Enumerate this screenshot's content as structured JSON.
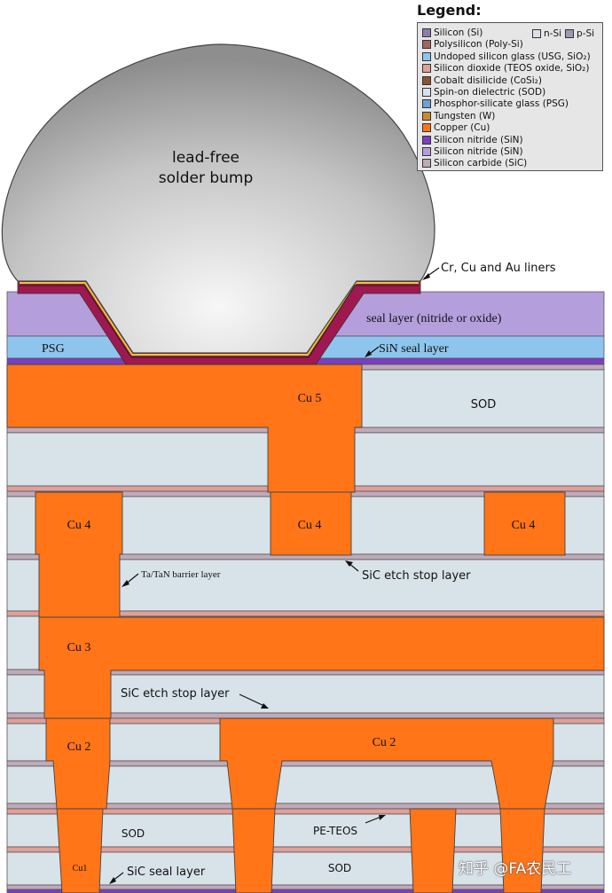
{
  "legend": {
    "title": "Legend:",
    "items": [
      {
        "label": "Silicon (Si)",
        "color": "#8c7fb0"
      },
      {
        "label": "Polysilicon (Poly-Si)",
        "color": "#a06464"
      },
      {
        "label": "Undoped silicon glass (USG, SiO₂)",
        "color": "#8ec5ee"
      },
      {
        "label": "Silicon dioxide (TEOS oxide, SiO₂)",
        "color": "#dfa09a"
      },
      {
        "label": "Cobalt disilicide (CoSi₂)",
        "color": "#8a5430"
      },
      {
        "label": "Spin-on dielectric (SOD)",
        "color": "#d8e3e9"
      },
      {
        "label": "Phosphor-silicate glass (PSG)",
        "color": "#6e9fd8"
      },
      {
        "label": "Tungsten (W)",
        "color": "#c88a30"
      },
      {
        "label": "Copper (Cu)",
        "color": "#ff7518"
      },
      {
        "label": "Silicon nitride (SiN)",
        "color": "#7a3fc0"
      },
      {
        "label": "Silicon nitride (SiN)",
        "color": "#b49fdc"
      },
      {
        "label": "Silicon carbide (SiC)",
        "color": "#c0a9b8"
      }
    ],
    "extra": [
      {
        "label": "n-Si",
        "color": "#e4dde8"
      },
      {
        "label": "p-Si",
        "color": "#a096b0"
      }
    ]
  },
  "labels": {
    "bump": [
      "lead-free",
      "solder bump"
    ],
    "liners": "Cr, Cu and Au liners",
    "seal_layer": "seal layer (nitride or oxide)",
    "psg": "PSG",
    "sin_seal": "SiN seal layer",
    "cu5": "Cu 5",
    "sod_top": "SOD",
    "cu4": "Cu 4",
    "barrier": "Ta/TaN barrier layer",
    "sic_etch_1": "SiC etch stop layer",
    "cu3": "Cu 3",
    "sic_etch_2": "SiC etch stop layer",
    "cu2": "Cu 2",
    "sod_bottom_1": "SOD",
    "pe_teos": "PE-TEOS",
    "sod_bottom_2": "SOD",
    "cu1": "Cu1",
    "sic_seal": "SiC seal layer"
  },
  "watermark": "知乎 @FA农民工"
}
